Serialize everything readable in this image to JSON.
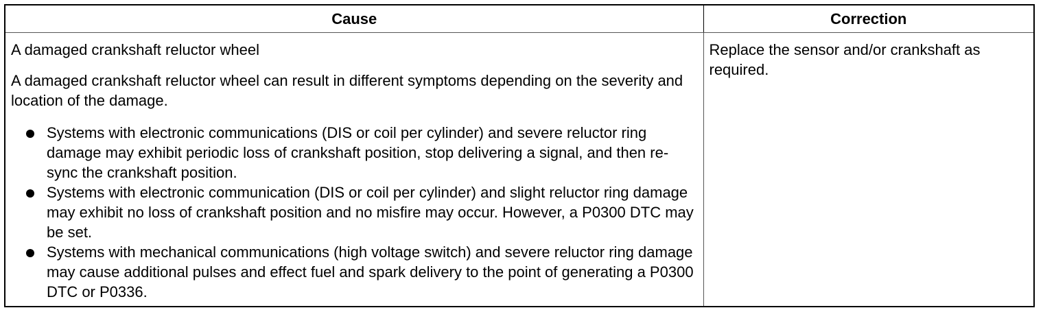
{
  "table": {
    "headers": {
      "cause": "Cause",
      "correction": "Correction"
    },
    "row": {
      "cause_title": "A damaged crankshaft reluctor wheel",
      "cause_intro": "A damaged crankshaft reluctor wheel can result in different symptoms depending on the severity and location of the damage.",
      "bullets": [
        "Systems with electronic communications (DIS or coil per cylinder) and severe reluctor ring damage may exhibit periodic loss of crankshaft position, stop delivering a signal, and then re-sync the crankshaft position.",
        "Systems with electronic communication (DIS or coil per cylinder) and slight reluctor ring damage may exhibit no loss of crankshaft position and no misfire may occur. However, a P0300 DTC may be set.",
        "Systems with mechanical communications (high voltage switch) and severe reluctor ring damage may cause additional pulses and effect fuel and spark delivery to the point of generating a P0300 DTC or P0336."
      ],
      "correction": "Replace the sensor and/or crankshaft as required."
    }
  }
}
